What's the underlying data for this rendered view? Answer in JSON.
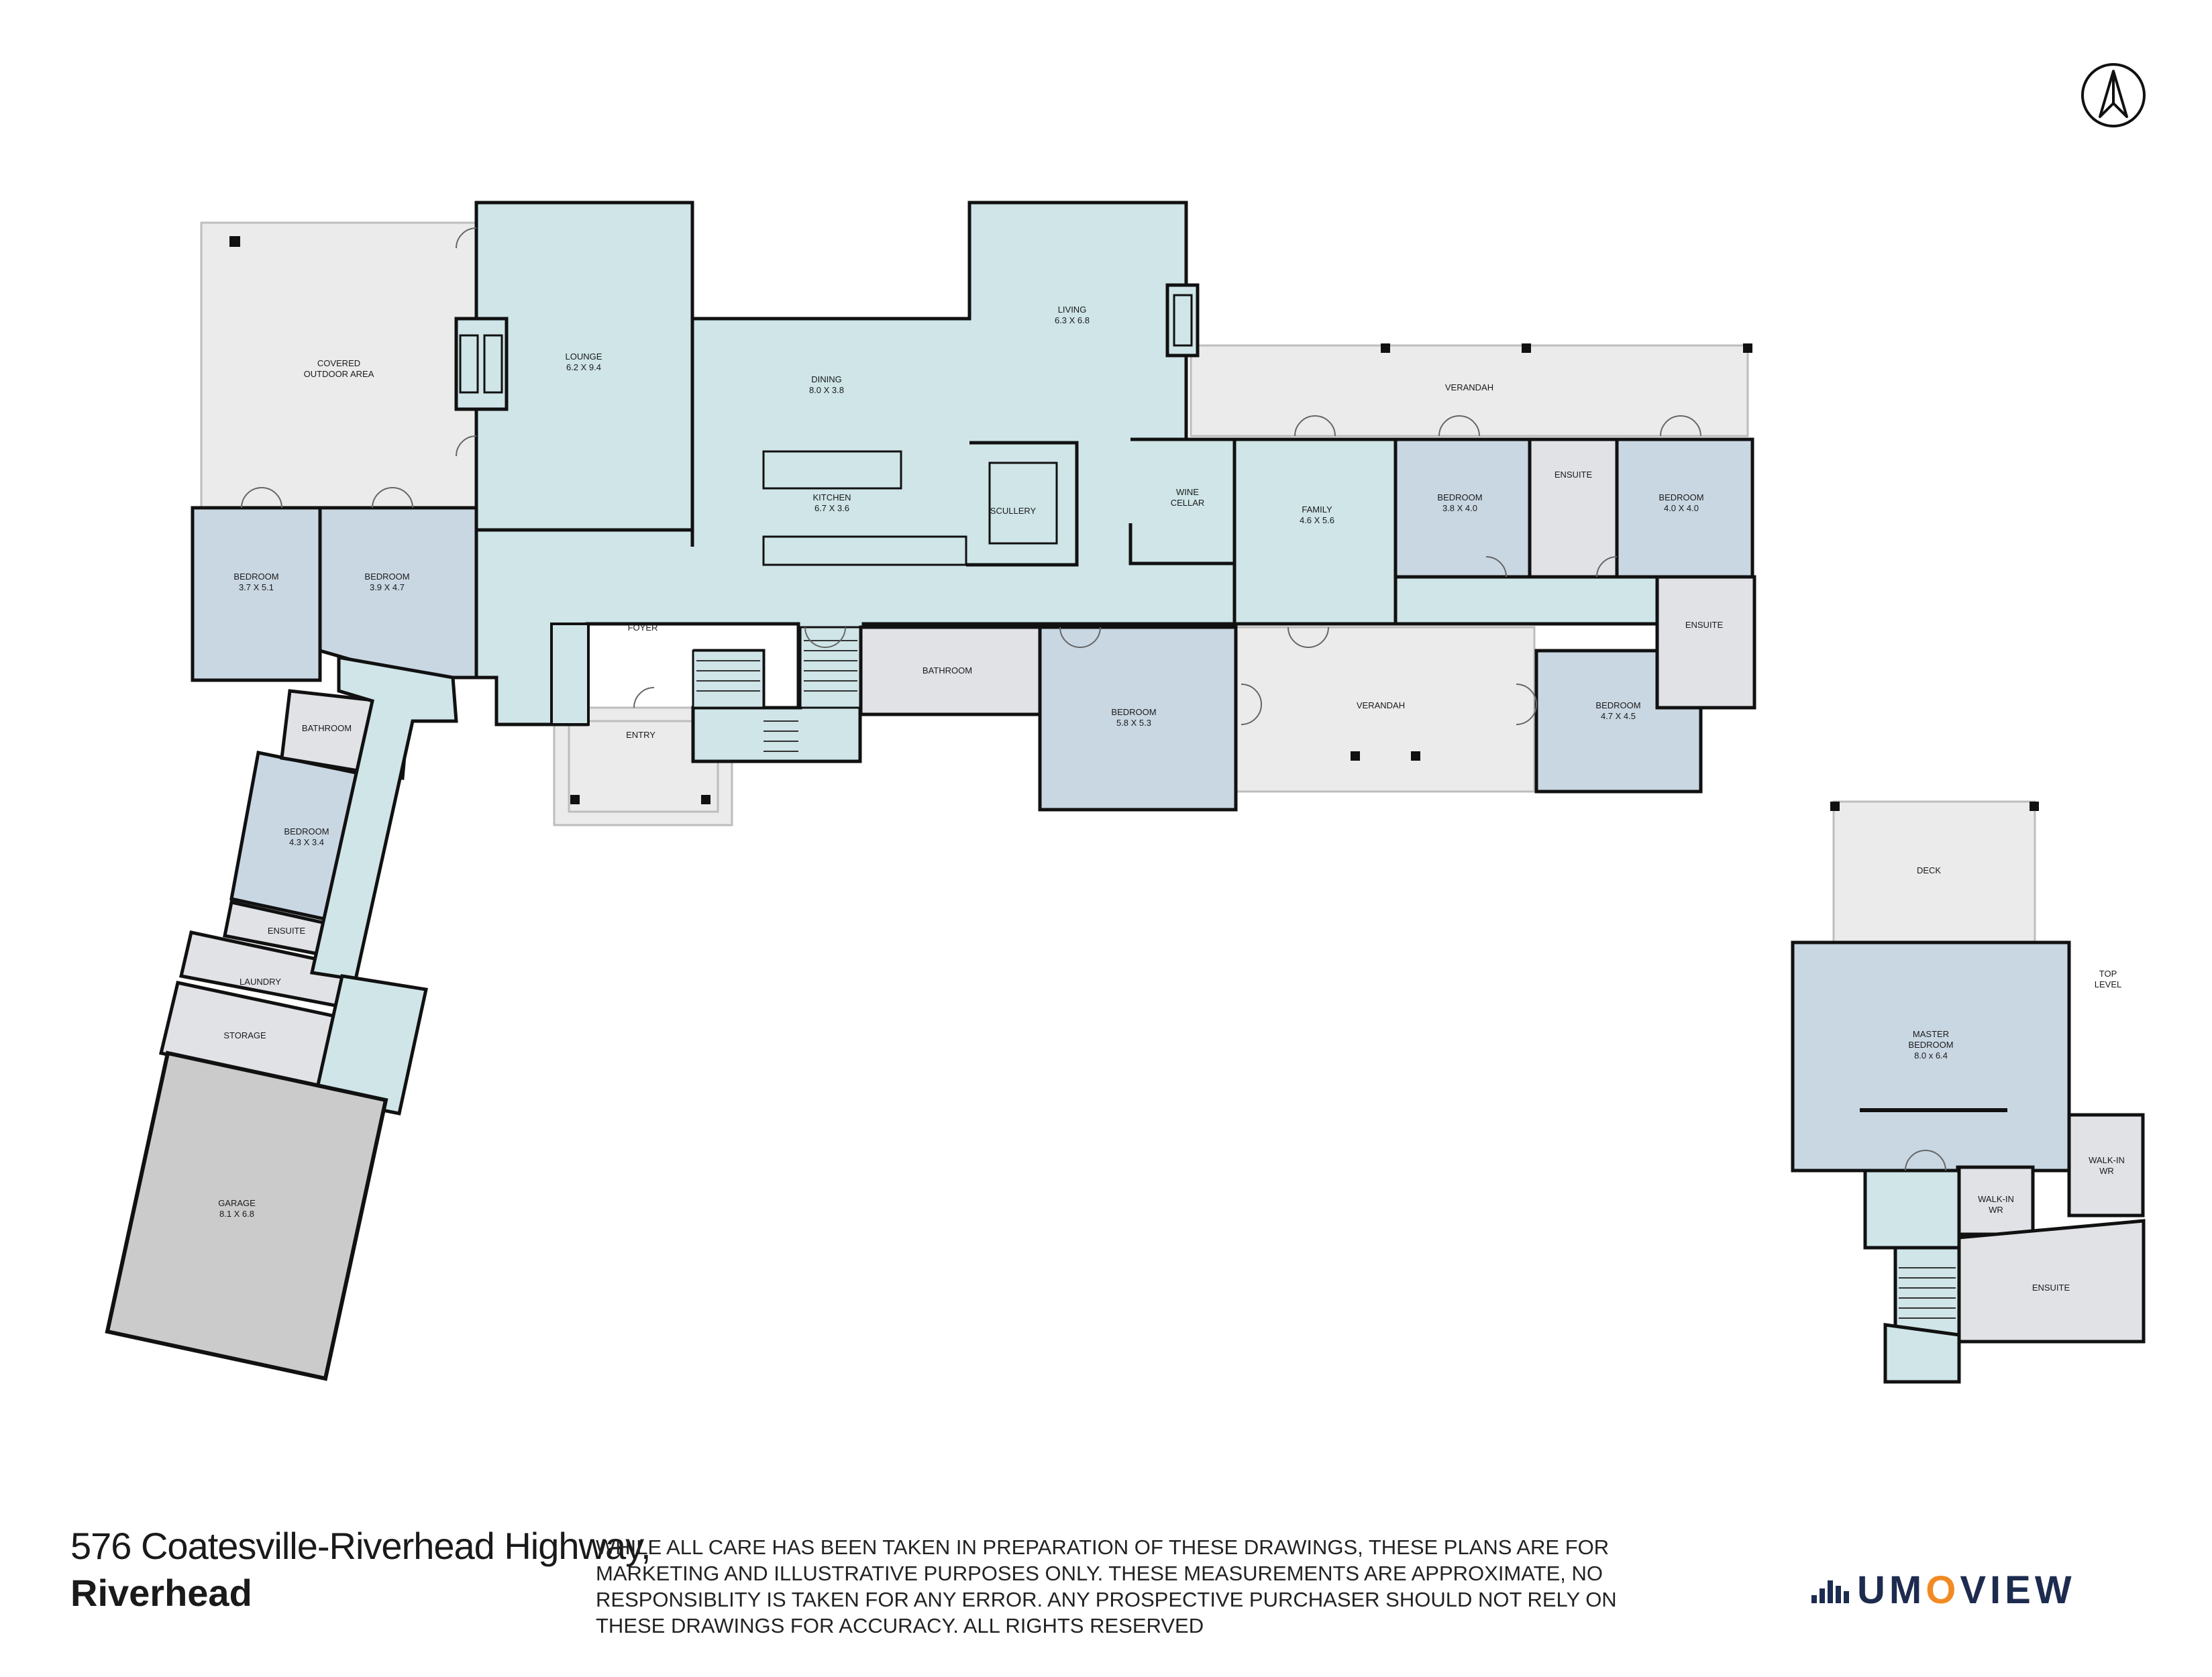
{
  "rooms": {
    "covered": "COVERED",
    "outdoor_area": "OUTDOOR AREA",
    "lounge": "LOUNGE",
    "lounge_size": "6.2 X 9.4",
    "dining": "DINING",
    "dining_size": "8.0 X 3.8",
    "living": "LIVING",
    "living_size": "6.3 X 6.8",
    "kitchen": "KITCHEN",
    "kitchen_size": "6.7 X 3.6",
    "scullery": "SCULLERY",
    "wine": "WINE",
    "cellar": "CELLAR",
    "family": "FAMILY",
    "family_size": "4.6 X 5.6",
    "verandah": "VERANDAH",
    "bedroom": "BEDROOM",
    "ensuite": "ENSUITE",
    "bed_a_size": "3.7 X 5.1",
    "bed_b_size": "3.9 X 4.7",
    "bed_c_size": "4.3 X 3.4",
    "bed_d_size": "5.8 X 5.3",
    "bed_e_size": "3.8 X 4.0",
    "bed_f_size": "4.0 X 4.0",
    "bed_g_size": "4.7 X 4.5",
    "foyer": "FOYER",
    "entry": "ENTRY",
    "bathroom": "BATHROOM",
    "laundry": "LAUNDRY",
    "storage": "STORAGE",
    "garage": "GARAGE",
    "garage_size": "8.1 X 6.8",
    "deck": "DECK",
    "top": "TOP",
    "level": "LEVEL",
    "master": "MASTER",
    "master_size": "8.0 x 6.4",
    "walkin": "WALK-IN",
    "wr": "WR"
  },
  "footer": {
    "address_line1": "576 Coatesville-Riverhead Highway,",
    "address_line2": "Riverhead",
    "disclaimer": "WHILE ALL CARE HAS BEEN TAKEN IN PREPARATION OF THESE DRAWINGS, THESE PLANS ARE FOR MARKETING AND ILLUSTRATIVE PURPOSES ONLY. THESE MEASUREMENTS ARE APPROXIMATE, NO RESPONSIBLITY IS TAKEN FOR ANY ERROR. ANY PROSPECTIVE PURCHASER SHOULD NOT RELY ON THESE DRAWINGS FOR ACCURACY. ALL RIGHTS RESERVED",
    "logo_text_a": "UM",
    "logo_text_b": "O",
    "logo_text_c": "VIEW"
  },
  "colors": {
    "room_blue": "#cfe5e8",
    "bedroom_blue": "#c9d7e3",
    "outdoor_gray": "#ebebeb",
    "garage_gray": "#cbcbcb",
    "service_gray": "#e0e2e6",
    "wall": "#111111",
    "logo_navy": "#1d2b4f",
    "logo_orange": "#f28a24"
  },
  "icons": [
    "north-arrow-icon",
    "umoview-logo-icon"
  ]
}
